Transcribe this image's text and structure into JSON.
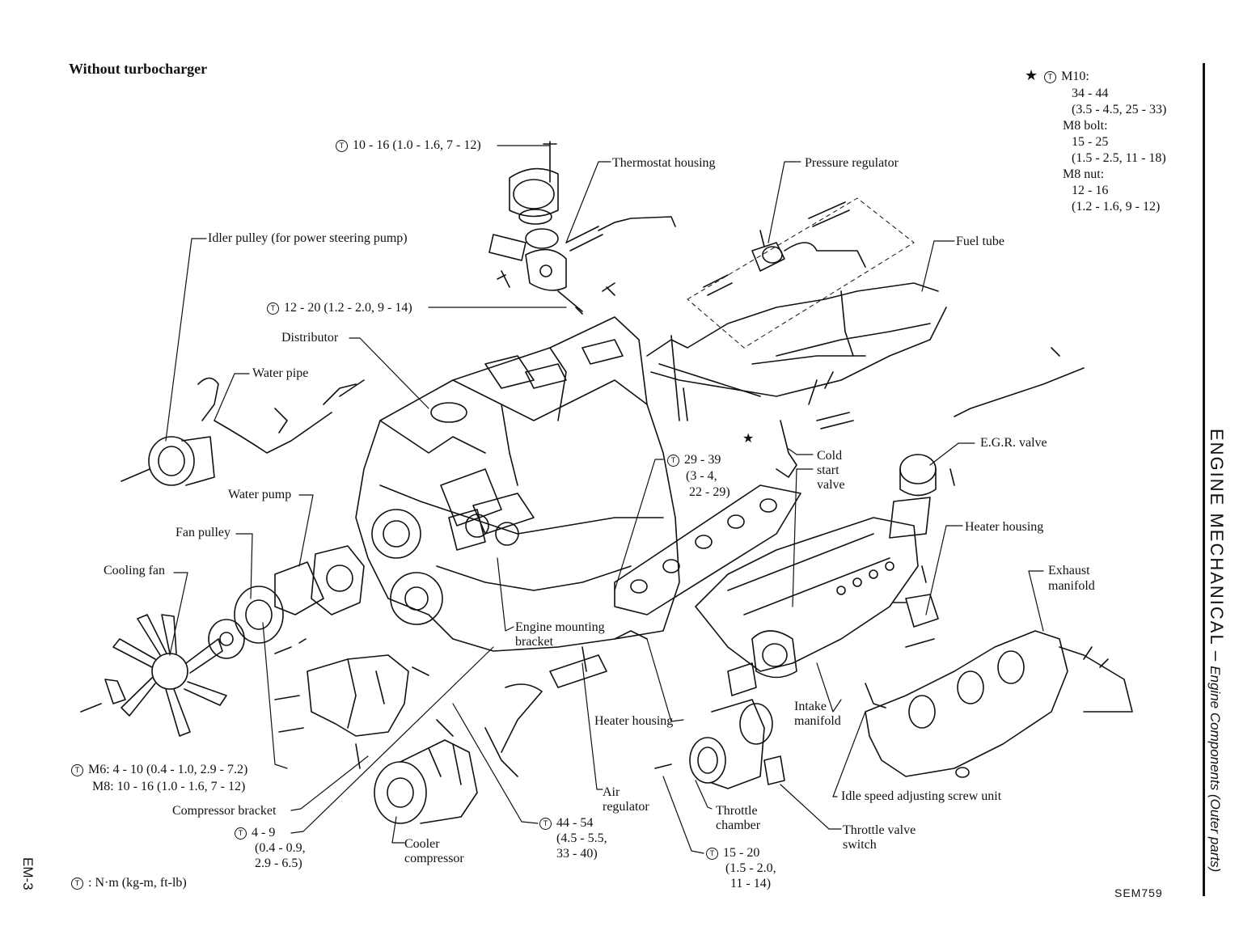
{
  "header": {
    "title": "Without turbocharger"
  },
  "spec_box": {
    "head": "M10:",
    "lines": [
      "34 - 44",
      "(3.5 - 4.5, 25 - 33)",
      "M8 bolt:",
      "15 - 25",
      "(1.5 - 2.5, 11 - 18)",
      "M8 nut:",
      "12 - 16",
      "(1.2 - 1.6, 9 - 12)"
    ]
  },
  "labels": {
    "torque_thermostat": "10 - 16 (1.0 - 1.6, 7 - 12)",
    "thermostat_housing": "Thermostat housing",
    "pressure_regulator": "Pressure regulator",
    "idler_pulley": "Idler pulley (for power steering pump)",
    "fuel_tube": "Fuel tube",
    "torque_12_20": "12 - 20 (1.2 - 2.0, 9 - 14)",
    "distributor": "Distributor",
    "water_pipe": "Water pipe",
    "torque_29_39": [
      "29 - 39",
      "(3 - 4,",
      "22 - 29)"
    ],
    "cold_start_valve": [
      "Cold",
      "start",
      "valve"
    ],
    "egr_valve": "E.G.R. valve",
    "water_pump": "Water pump",
    "heater_housing_right": "Heater housing",
    "fan_pulley": "Fan pulley",
    "exhaust_manifold": [
      "Exhaust",
      "manifold"
    ],
    "cooling_fan": "Cooling fan",
    "engine_mounting_bracket": [
      "Engine mounting",
      "bracket"
    ],
    "intake_manifold": [
      "Intake",
      "manifold"
    ],
    "heater_housing_center": "Heater housing",
    "torque_m6": "M6:  4 - 10 (0.4 - 1.0, 2.9 - 7.2)",
    "torque_m8": "M8:  10 - 16 (1.0 - 1.6, 7 - 12)",
    "air_regulator": [
      "Air",
      "regulator"
    ],
    "idle_speed_unit": "Idle speed adjusting screw unit",
    "compressor_bracket": "Compressor bracket",
    "torque_44_54": [
      "44 - 54",
      "(4.5 - 5.5,",
      "33 - 40)"
    ],
    "throttle_chamber": [
      "Throttle",
      "chamber"
    ],
    "throttle_valve_switch": [
      "Throttle valve",
      "switch"
    ],
    "torque_4_9": [
      "4 - 9",
      "(0.4 - 0.9,",
      "2.9 - 6.5)"
    ],
    "cooler_compressor": [
      "Cooler",
      "compressor"
    ],
    "torque_15_20": [
      "15 - 20",
      "(1.5 - 2.0,",
      "11 - 14)"
    ],
    "unit_legend": ": N·m (kg-m, ft-lb)"
  },
  "torque_symbol": "T",
  "star_symbol": "★",
  "side_title": {
    "main": "ENGINE MECHANICAL",
    "dash": " – ",
    "sub": "Engine Components (Outer parts)"
  },
  "page_code": "EM-3",
  "figure_code": "SEM759",
  "line_color": "#111111"
}
